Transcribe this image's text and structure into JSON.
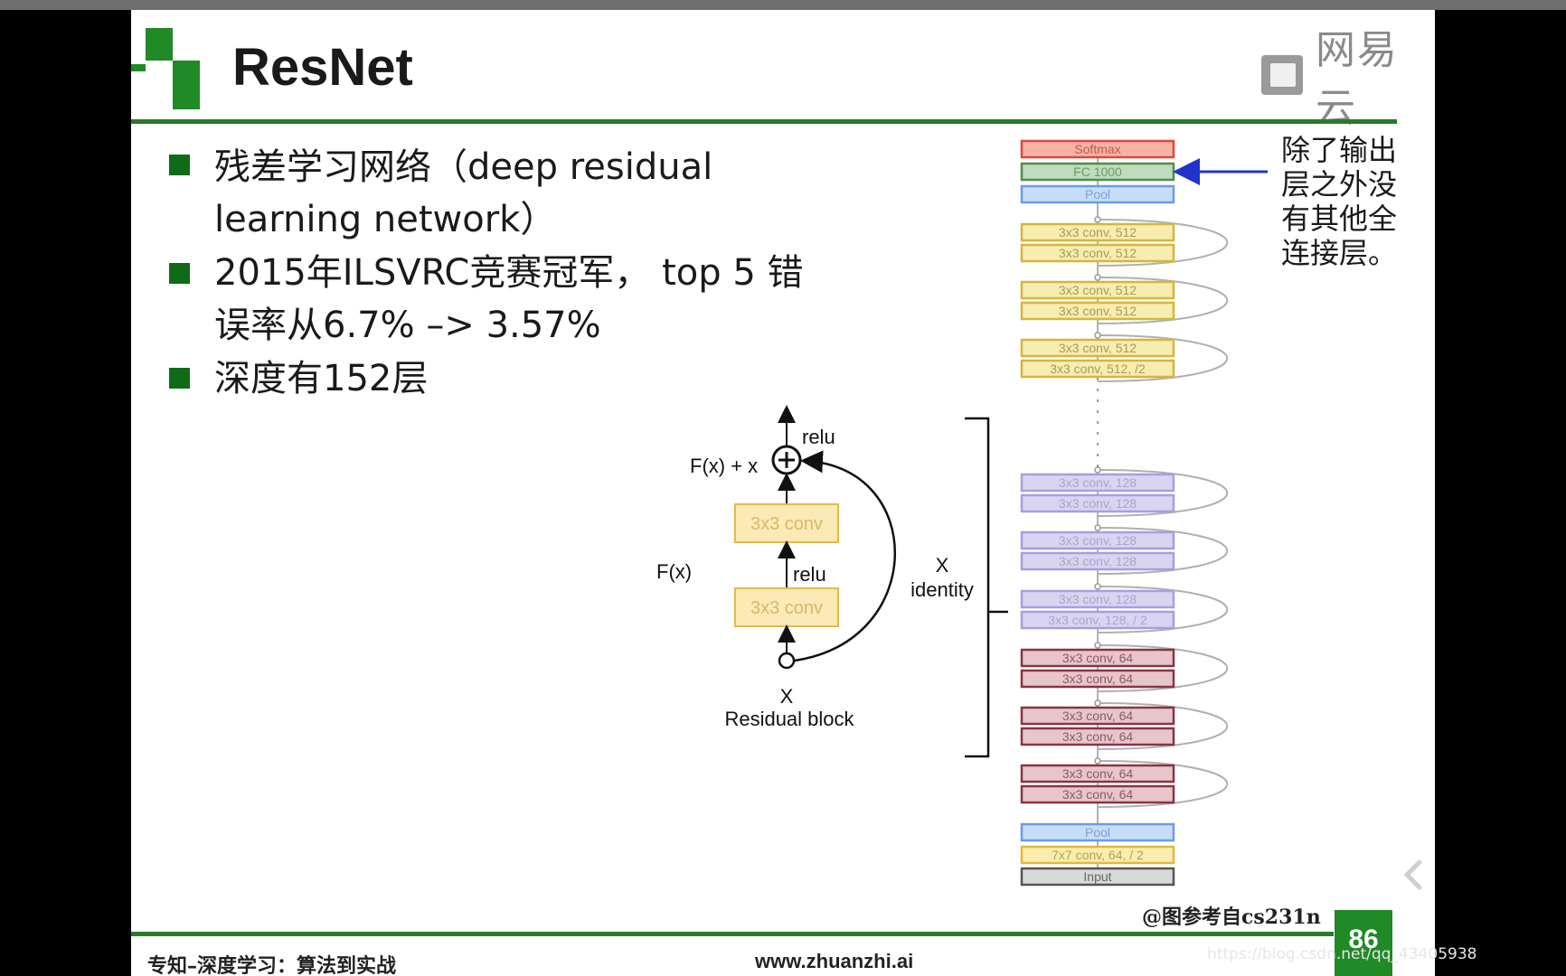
{
  "slide": {
    "title": "ResNet",
    "brand": "网易云",
    "bullets": [
      {
        "line1": "残差学习网络（deep residual",
        "line2": "learning network）"
      },
      {
        "line1": "2015年ILSVRC竞赛冠军，  top 5 错",
        "line2": "误率从6.7% –>  3.57%"
      },
      {
        "line1": "深度有152层"
      }
    ],
    "note": "除了输出层之外没有其他全连接层。",
    "credit": "@图参考自cs231n",
    "footer_left": "专知–深度学习：算法到实战",
    "footer_center": "www.zhuanzhi.ai",
    "page_number": "86",
    "watermark": "https://blog.csdn.net/qq_43405938"
  },
  "residual_block": {
    "relu_top": "relu",
    "sum_label": "F(x) + x",
    "conv_top": "3x3 conv",
    "relu_mid": "relu",
    "conv_bottom": "3x3 conv",
    "fx_label": "F(x)",
    "x_label": "X",
    "caption": "Residual block",
    "identity_x": "X",
    "identity_label": "identity"
  },
  "network_layers": [
    {
      "label": "Softmax",
      "kind": "softmax"
    },
    {
      "label": "FC 1000",
      "kind": "fc"
    },
    {
      "label": "Pool",
      "kind": "pool"
    },
    {
      "label": "3x3 conv, 512",
      "kind": "c512"
    },
    {
      "label": "3x3 conv, 512",
      "kind": "c512"
    },
    {
      "label": "3x3 conv, 512",
      "kind": "c512"
    },
    {
      "label": "3x3 conv, 512",
      "kind": "c512"
    },
    {
      "label": "3x3 conv, 512",
      "kind": "c512"
    },
    {
      "label": "3x3 conv, 512, /2",
      "kind": "c512"
    },
    {
      "label": "3x3 conv, 128",
      "kind": "c128"
    },
    {
      "label": "3x3 conv, 128",
      "kind": "c128"
    },
    {
      "label": "3x3 conv, 128",
      "kind": "c128"
    },
    {
      "label": "3x3 conv, 128",
      "kind": "c128"
    },
    {
      "label": "3x3 conv, 128",
      "kind": "c128"
    },
    {
      "label": "3x3 conv, 128, / 2",
      "kind": "c128"
    },
    {
      "label": "3x3 conv, 64",
      "kind": "c64"
    },
    {
      "label": "3x3 conv, 64",
      "kind": "c64"
    },
    {
      "label": "3x3 conv, 64",
      "kind": "c64"
    },
    {
      "label": "3x3 conv, 64",
      "kind": "c64"
    },
    {
      "label": "3x3 conv, 64",
      "kind": "c64"
    },
    {
      "label": "3x3 conv, 64",
      "kind": "c64"
    },
    {
      "label": "Pool",
      "kind": "pool"
    },
    {
      "label": "7x7 conv, 64, / 2",
      "kind": "c7"
    },
    {
      "label": "Input",
      "kind": "input"
    }
  ],
  "colors": {
    "softmax": {
      "fill": "#f6b4a6",
      "stroke": "#e0473a",
      "text": "#c95548"
    },
    "fc": {
      "fill": "#bfdcbd",
      "stroke": "#4f8d4f",
      "text": "#6a9a6a"
    },
    "pool": {
      "fill": "#c7dcf6",
      "stroke": "#6a9ce6",
      "text": "#7aa3da"
    },
    "c512": {
      "fill": "#f7edb0",
      "stroke": "#d7b53c",
      "text": "#a99a55"
    },
    "c128": {
      "fill": "#d9d5f0",
      "stroke": "#a79ee0",
      "text": "#a9a3d0"
    },
    "c64": {
      "fill": "#e7c6cb",
      "stroke": "#8a3442",
      "text": "#8a5a62"
    },
    "c7": {
      "fill": "#f7edb0",
      "stroke": "#e3b83a",
      "text": "#b79f4a"
    },
    "input": {
      "fill": "#d9d9d9",
      "stroke": "#555555",
      "text": "#666666"
    },
    "arrow": "#2233cc",
    "block_fill": "#fbeab5",
    "block_stroke": "#e6b94a",
    "block_text": "#d8b86a"
  }
}
